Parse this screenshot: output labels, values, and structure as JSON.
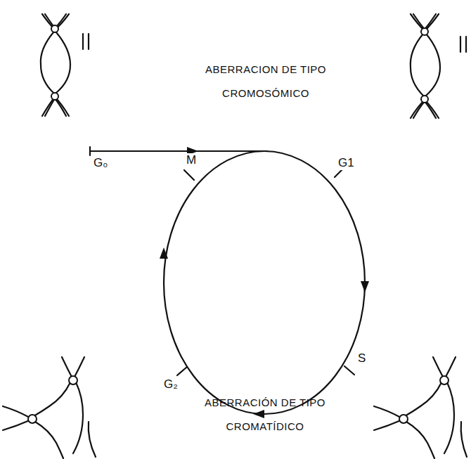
{
  "diagram": {
    "labels": [
      "ABERRACION DE TIPO CROMOSÓMICO",
      "G₀",
      "M",
      "G1",
      "S",
      "G₂",
      "ABERRACIÓN DE TIPO CROMATÍDICO"
    ]
  }
}
